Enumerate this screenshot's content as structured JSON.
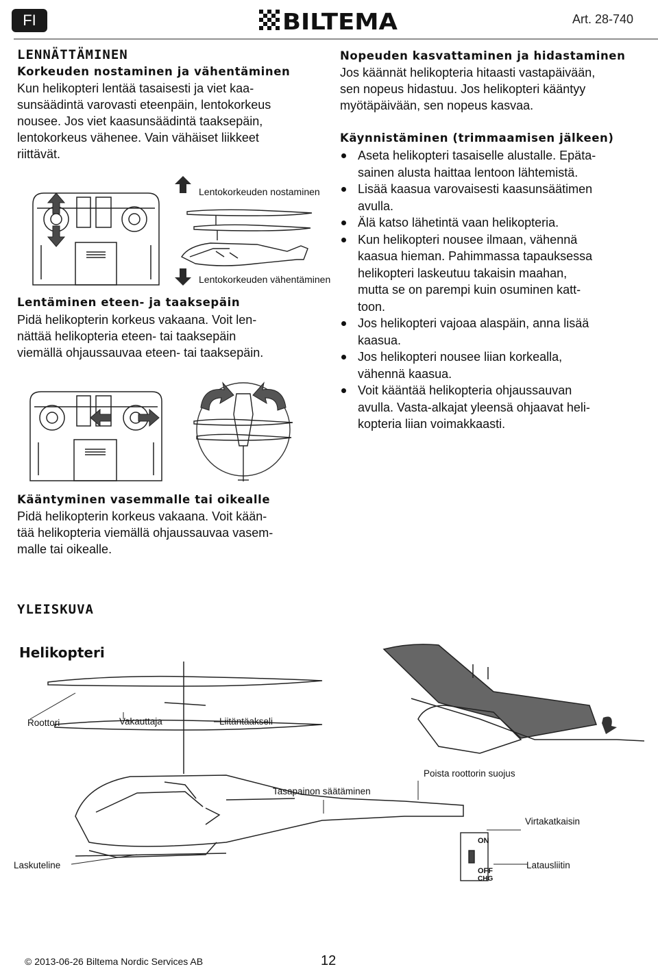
{
  "header": {
    "lang_badge": "FI",
    "brand": "BILTEMA",
    "article": "Art. 28-740"
  },
  "left_col": {
    "section_title": "LENNÄTTÄMINEN",
    "altitude_heading": "Korkeuden nostaminen ja vähentäminen",
    "altitude_lines": [
      "Kun helikopteri lentää tasaisesti ja viet kaa-",
      "sunsäädintä varovasti eteenpäin, lentokorkeus",
      "nousee. Jos viet kaasunsäädintä taaksepäin,",
      "lentokorkeus vähenee. Vain vähäiset liikkeet",
      "riittävät."
    ],
    "label_up": "Lentokorkeuden nostaminen",
    "label_down": "Lentokorkeuden vähentäminen",
    "forward_heading": "Lentäminen eteen- ja taaksepäin",
    "forward_lines": [
      "Pidä helikopterin korkeus vakaana. Voit len-",
      "nättää helikopteria eteen- tai taaksepäin",
      "viemällä ohjaussauvaa eteen- tai taaksepäin."
    ],
    "turn_heading": "Kääntyminen vasemmalle tai oikealle",
    "turn_lines": [
      "Pidä helikopterin korkeus vakaana. Voit kään-",
      "tää helikopteria viemällä ohjaussauvaa vasem-",
      "malle tai oikealle."
    ]
  },
  "right_col": {
    "speed_heading": "Nopeuden kasvattaminen ja hidastaminen",
    "speed_lines": [
      "Jos käännät helikopteria hitaasti vastapäivään,",
      "sen nopeus hidastuu. Jos helikopteri kääntyy",
      "myötäpäivään, sen nopeus kasvaa."
    ],
    "start_heading": "Käynnistäminen (trimmaamisen jälkeen)",
    "bullets": [
      [
        "Aseta helikopteri tasaiselle alustalle. Epäta-",
        "sainen alusta haittaa lentoon lähtemistä."
      ],
      [
        "Lisää kaasua varovaisesti kaasunsäätimen",
        "avulla."
      ],
      [
        "Älä katso lähetintä vaan helikopteria."
      ],
      [
        "Kun helikopteri nousee ilmaan, vähennä",
        "kaasua hieman. Pahimmassa tapauksessa",
        "helikopteri laskeutuu takaisin maahan,",
        "mutta se on parempi kuin osuminen katt-",
        "toon."
      ],
      [
        "Jos helikopteri vajoaa alaspäin, anna lisää",
        "kaasua."
      ],
      [
        "Jos helikopteri nousee liian korkealla,",
        "vähennä kaasua."
      ],
      [
        "Voit kääntää helikopteria ohjaussauvan",
        "avulla. Vasta-alkajat yleensä ohjaavat heli-",
        "kopteria liian voimakkaasti."
      ]
    ]
  },
  "overview": {
    "title": "YLEISKUVA",
    "subtitle": "Helikopteri",
    "labels": {
      "rotor": "Roottori",
      "stabilizer": "Vakauttaja",
      "connector": "Liitäntäakseli",
      "rotor_guard": "Poista roottorin suojus",
      "balance": "Tasapainon säätäminen",
      "power_switch": "Virtakatkaisin",
      "landing_gear": "Laskuteline",
      "charge_slider": "Latausliitin",
      "switch_on": "ON",
      "switch_off": "OFF",
      "switch_chg": "CHG"
    }
  },
  "footer": {
    "copyright": "© 2013-06-26 Biltema Nordic Services AB",
    "page_number": "12"
  }
}
